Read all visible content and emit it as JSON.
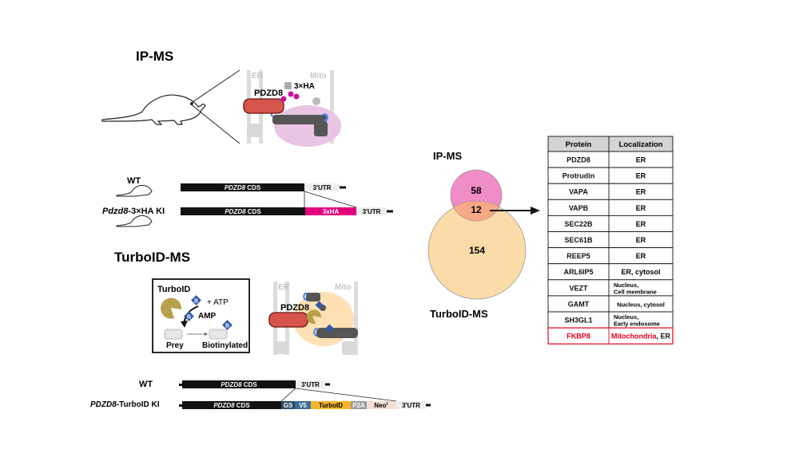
{
  "ip_ms": {
    "title": "IP-MS",
    "er_label": "ER",
    "mito_label": "Mito",
    "tag_label": "3×HA",
    "protein_label": "PDZD8",
    "wt_label": "WT",
    "ki_label_italic": "Pdzd8",
    "ki_label_rest": "-3×HA KI",
    "cds_label": "PDZD8",
    "cds_suffix": " CDS",
    "utr_label": "3'UTR",
    "ha_segment_label": "3xHA"
  },
  "turbo_ms": {
    "title": "TurboID-MS",
    "er_label": "ER",
    "mito_label": "Mito",
    "protein_label": "PDZD8",
    "box": {
      "turboid_label": "TurboID",
      "atp_label": "+ ATP",
      "amp_label": "AMP",
      "prey_label": "Prey",
      "biotinylated_label": "Biotinylated",
      "biotin_mark": "B"
    },
    "wt_label": "WT",
    "ki_label_italic": "PDZD8",
    "ki_label_rest": "-TurboID KI",
    "cds_label": "PDZD8",
    "cds_suffix": " CDS",
    "utr_label": "3'UTR",
    "gs_label": "GS",
    "v5_label": "V5",
    "turboid_seg_label": "TurboID",
    "p2a_label": "P2A",
    "neo_label": "Neo",
    "neo_sup": "r"
  },
  "venn": {
    "top_label": "IP-MS",
    "bottom_label": "TurboID-MS",
    "top_only": "58",
    "overlap": "12",
    "bottom_only": "154",
    "colors": {
      "top": "#f08cc6",
      "bottom": "#fbdca8",
      "overlap": "#f7a987"
    }
  },
  "table": {
    "headers": [
      "Protein",
      "Localization"
    ],
    "rows": [
      {
        "protein": "PDZD8",
        "localization": "ER"
      },
      {
        "protein": "Protrudin",
        "localization": "ER"
      },
      {
        "protein": "VAPA",
        "localization": "ER"
      },
      {
        "protein": "VAPB",
        "localization": "ER"
      },
      {
        "protein": "SEC22B",
        "localization": "ER"
      },
      {
        "protein": "SEC61B",
        "localization": "ER"
      },
      {
        "protein": "REEP5",
        "localization": "ER"
      },
      {
        "protein": "ARL6IP5",
        "localization": "ER, cytosol"
      },
      {
        "protein": "VEZT",
        "localization": "Nucleus,",
        "localization_line2": "Cell membrane"
      },
      {
        "protein": "GAMT",
        "localization": "Nucleus, cytosol"
      },
      {
        "protein": "SH3GL1",
        "localization": "Nucleus,",
        "localization_line2": "Early endosome"
      },
      {
        "protein": "FKBP8",
        "localization_red": "Mitochondria",
        "localization_rest": ", ER"
      }
    ],
    "highlight_color": "#e3001b"
  }
}
